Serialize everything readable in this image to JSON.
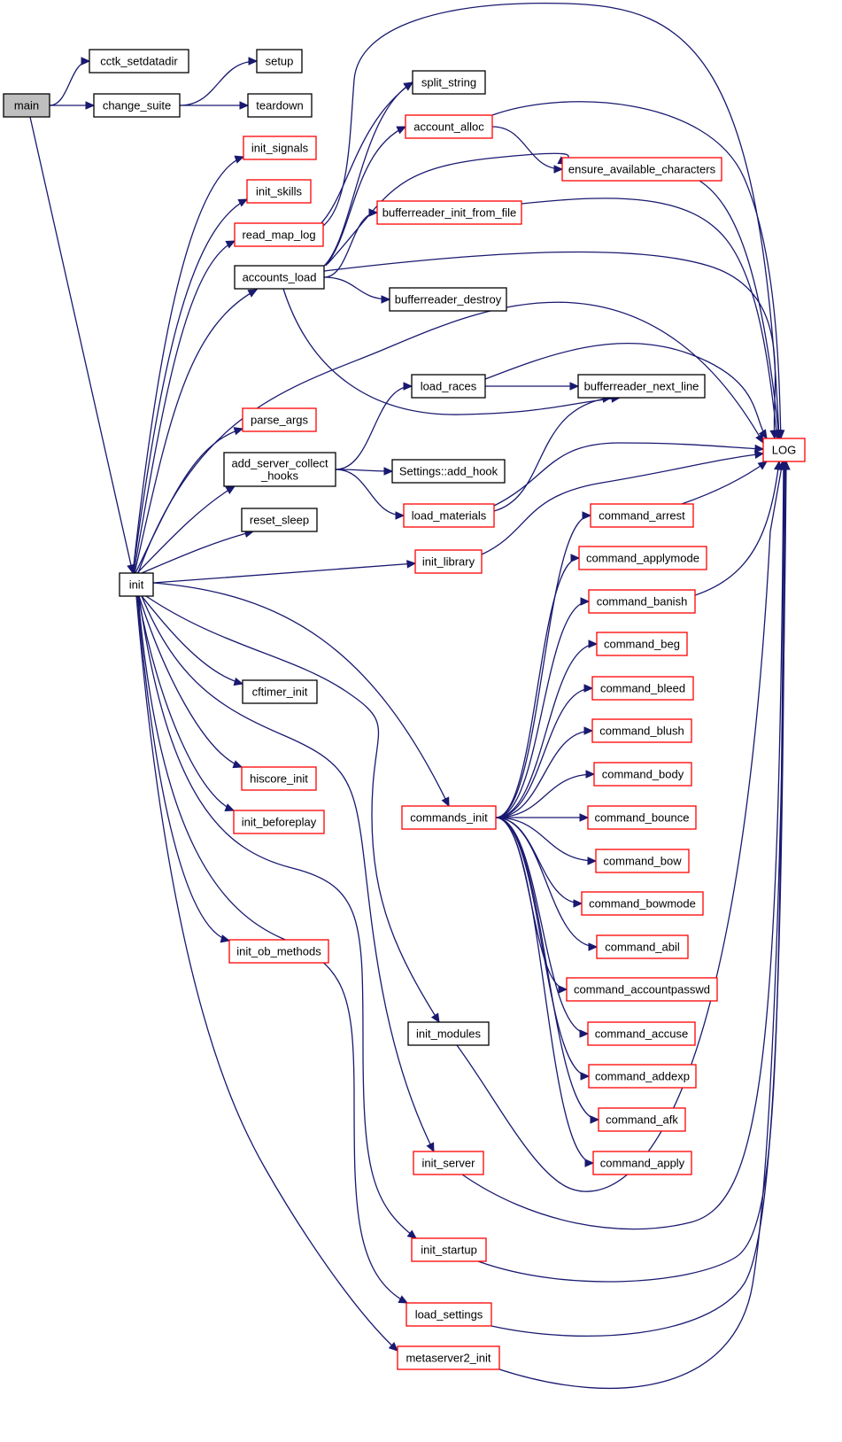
{
  "colors": {
    "edge": "#191970",
    "border_documented": "#ff0000",
    "border_plain": "#000000",
    "root_fill": "#bfbfbf",
    "node_fill": "#ffffff"
  },
  "nodes": [
    {
      "id": "main",
      "label": "main",
      "style": "root"
    },
    {
      "id": "cctk_setdatadir",
      "label": "cctk_setdatadir",
      "style": "plain"
    },
    {
      "id": "change_suite",
      "label": "change_suite",
      "style": "plain"
    },
    {
      "id": "setup",
      "label": "setup",
      "style": "plain"
    },
    {
      "id": "teardown",
      "label": "teardown",
      "style": "plain"
    },
    {
      "id": "init",
      "label": "init",
      "style": "plain"
    },
    {
      "id": "split_string",
      "label": "split_string",
      "style": "plain"
    },
    {
      "id": "init_signals",
      "label": "init_signals",
      "style": "red"
    },
    {
      "id": "account_alloc",
      "label": "account_alloc",
      "style": "red"
    },
    {
      "id": "ensure_available_characters",
      "label": "ensure_available_characters",
      "style": "red"
    },
    {
      "id": "init_skills",
      "label": "init_skills",
      "style": "red"
    },
    {
      "id": "bufferreader_init_from_file",
      "label": "bufferreader_init_from_file",
      "style": "red"
    },
    {
      "id": "read_map_log",
      "label": "read_map_log",
      "style": "red"
    },
    {
      "id": "accounts_load",
      "label": "accounts_load",
      "style": "plain"
    },
    {
      "id": "bufferreader_destroy",
      "label": "bufferreader_destroy",
      "style": "plain"
    },
    {
      "id": "load_races",
      "label": "load_races",
      "style": "plain"
    },
    {
      "id": "bufferreader_next_line",
      "label": "bufferreader_next_line",
      "style": "plain"
    },
    {
      "id": "parse_args",
      "label": "parse_args",
      "style": "red"
    },
    {
      "id": "LOG",
      "label": "LOG",
      "style": "red"
    },
    {
      "id": "add_server_collect_hooks",
      "label": "add_server_collect\n_hooks",
      "style": "plain"
    },
    {
      "id": "settings_add_hook",
      "label": "Settings::add_hook",
      "style": "plain"
    },
    {
      "id": "load_materials",
      "label": "load_materials",
      "style": "red"
    },
    {
      "id": "command_arrest",
      "label": "command_arrest",
      "style": "red"
    },
    {
      "id": "reset_sleep",
      "label": "reset_sleep",
      "style": "plain"
    },
    {
      "id": "init_library",
      "label": "init_library",
      "style": "red"
    },
    {
      "id": "command_applymode",
      "label": "command_applymode",
      "style": "red"
    },
    {
      "id": "command_banish",
      "label": "command_banish",
      "style": "red"
    },
    {
      "id": "command_beg",
      "label": "command_beg",
      "style": "red"
    },
    {
      "id": "cftimer_init",
      "label": "cftimer_init",
      "style": "plain"
    },
    {
      "id": "command_bleed",
      "label": "command_bleed",
      "style": "red"
    },
    {
      "id": "command_blush",
      "label": "command_blush",
      "style": "red"
    },
    {
      "id": "command_body",
      "label": "command_body",
      "style": "red"
    },
    {
      "id": "hiscore_init",
      "label": "hiscore_init",
      "style": "red"
    },
    {
      "id": "init_beforeplay",
      "label": "init_beforeplay",
      "style": "red"
    },
    {
      "id": "commands_init",
      "label": "commands_init",
      "style": "red"
    },
    {
      "id": "command_bounce",
      "label": "command_bounce",
      "style": "red"
    },
    {
      "id": "command_bow",
      "label": "command_bow",
      "style": "red"
    },
    {
      "id": "command_bowmode",
      "label": "command_bowmode",
      "style": "red"
    },
    {
      "id": "command_abil",
      "label": "command_abil",
      "style": "red"
    },
    {
      "id": "init_ob_methods",
      "label": "init_ob_methods",
      "style": "red"
    },
    {
      "id": "command_accountpasswd",
      "label": "command_accountpasswd",
      "style": "red"
    },
    {
      "id": "init_modules",
      "label": "init_modules",
      "style": "plain"
    },
    {
      "id": "command_accuse",
      "label": "command_accuse",
      "style": "red"
    },
    {
      "id": "command_addexp",
      "label": "command_addexp",
      "style": "red"
    },
    {
      "id": "command_afk",
      "label": "command_afk",
      "style": "red"
    },
    {
      "id": "init_server",
      "label": "init_server",
      "style": "red"
    },
    {
      "id": "command_apply",
      "label": "command_apply",
      "style": "red"
    },
    {
      "id": "init_startup",
      "label": "init_startup",
      "style": "red"
    },
    {
      "id": "load_settings",
      "label": "load_settings",
      "style": "red"
    },
    {
      "id": "metaserver2_init",
      "label": "metaserver2_init",
      "style": "red"
    }
  ],
  "edges": [
    [
      "main",
      "cctk_setdatadir"
    ],
    [
      "main",
      "change_suite"
    ],
    [
      "main",
      "init"
    ],
    [
      "change_suite",
      "setup"
    ],
    [
      "change_suite",
      "teardown"
    ],
    [
      "init",
      "init_signals"
    ],
    [
      "init",
      "init_skills"
    ],
    [
      "init",
      "read_map_log"
    ],
    [
      "init",
      "accounts_load"
    ],
    [
      "init",
      "LOG"
    ],
    [
      "init",
      "parse_args"
    ],
    [
      "init",
      "add_server_collect_hooks"
    ],
    [
      "init",
      "reset_sleep"
    ],
    [
      "init",
      "init_library"
    ],
    [
      "init",
      "cftimer_init"
    ],
    [
      "init",
      "hiscore_init"
    ],
    [
      "init",
      "init_beforeplay"
    ],
    [
      "init",
      "commands_init"
    ],
    [
      "init",
      "init_ob_methods"
    ],
    [
      "init",
      "init_modules"
    ],
    [
      "init",
      "init_server"
    ],
    [
      "init",
      "init_startup"
    ],
    [
      "init",
      "load_settings"
    ],
    [
      "init",
      "metaserver2_init"
    ],
    [
      "read_map_log",
      "split_string"
    ],
    [
      "read_map_log",
      "LOG"
    ],
    [
      "accounts_load",
      "split_string"
    ],
    [
      "accounts_load",
      "account_alloc"
    ],
    [
      "accounts_load",
      "ensure_available_characters"
    ],
    [
      "accounts_load",
      "bufferreader_init_from_file"
    ],
    [
      "accounts_load",
      "bufferreader_destroy"
    ],
    [
      "accounts_load",
      "bufferreader_next_line"
    ],
    [
      "accounts_load",
      "LOG"
    ],
    [
      "account_alloc",
      "ensure_available_characters"
    ],
    [
      "account_alloc",
      "LOG"
    ],
    [
      "ensure_available_characters",
      "LOG"
    ],
    [
      "bufferreader_init_from_file",
      "LOG"
    ],
    [
      "add_server_collect_hooks",
      "load_races"
    ],
    [
      "add_server_collect_hooks",
      "settings_add_hook"
    ],
    [
      "add_server_collect_hooks",
      "load_materials"
    ],
    [
      "load_races",
      "bufferreader_next_line"
    ],
    [
      "load_races",
      "LOG"
    ],
    [
      "load_materials",
      "bufferreader_next_line"
    ],
    [
      "load_materials",
      "LOG"
    ],
    [
      "init_library",
      "LOG"
    ],
    [
      "commands_init",
      "command_arrest"
    ],
    [
      "commands_init",
      "command_applymode"
    ],
    [
      "commands_init",
      "command_banish"
    ],
    [
      "commands_init",
      "command_beg"
    ],
    [
      "commands_init",
      "command_bleed"
    ],
    [
      "commands_init",
      "command_blush"
    ],
    [
      "commands_init",
      "command_body"
    ],
    [
      "commands_init",
      "command_bounce"
    ],
    [
      "commands_init",
      "command_bow"
    ],
    [
      "commands_init",
      "command_bowmode"
    ],
    [
      "commands_init",
      "command_abil"
    ],
    [
      "commands_init",
      "command_accountpasswd"
    ],
    [
      "commands_init",
      "command_accuse"
    ],
    [
      "commands_init",
      "command_addexp"
    ],
    [
      "commands_init",
      "command_afk"
    ],
    [
      "commands_init",
      "command_apply"
    ],
    [
      "command_arrest",
      "LOG"
    ],
    [
      "command_banish",
      "LOG"
    ],
    [
      "init_modules",
      "LOG"
    ],
    [
      "init_server",
      "LOG"
    ],
    [
      "init_startup",
      "LOG"
    ],
    [
      "load_settings",
      "LOG"
    ],
    [
      "metaserver2_init",
      "LOG"
    ]
  ]
}
